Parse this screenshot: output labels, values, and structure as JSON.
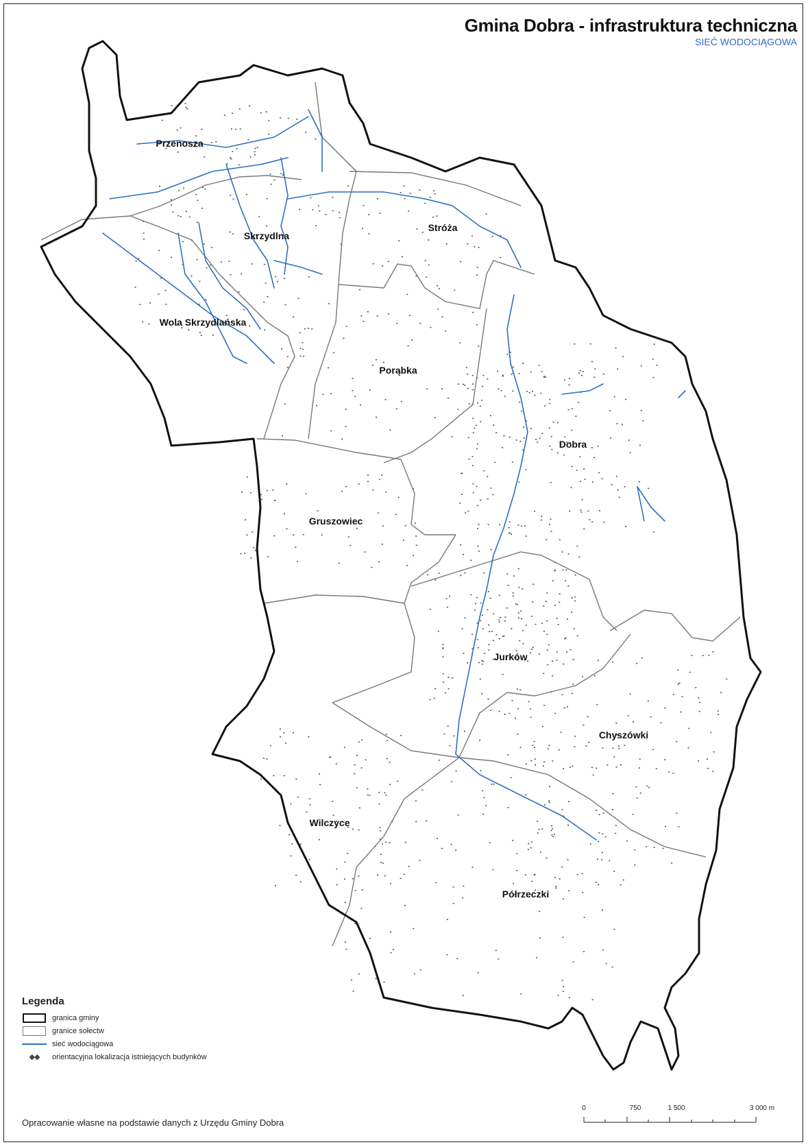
{
  "map": {
    "title": "Gmina Dobra - infrastruktura techniczna",
    "subtitle": "SIEĆ WODOCIĄGOWA",
    "villages": [
      {
        "name": "Przenosza"
      },
      {
        "name": "Skrzydlna"
      },
      {
        "name": "Stróża"
      },
      {
        "name": "Wola Skrzydlańska"
      },
      {
        "name": "Porąbka"
      },
      {
        "name": "Dobra"
      },
      {
        "name": "Gruszowiec"
      },
      {
        "name": "Jurków"
      },
      {
        "name": "Chyszówki"
      },
      {
        "name": "Wilczyce"
      },
      {
        "name": "Półrzeczki"
      }
    ],
    "colors": {
      "water_network": "#2c6fc0",
      "municipal_border": "#111111",
      "village_border": "#777777",
      "buildings": "#444444"
    }
  },
  "legend": {
    "title": "Legenda",
    "items": [
      {
        "label": "granica gminy",
        "icon": "thick-outline-box"
      },
      {
        "label": "granice sołectw",
        "icon": "thin-outline-box"
      },
      {
        "label": "sieć wodociągowa",
        "icon": "blue-line"
      },
      {
        "label": "orientacyjna lokalizacja istniejących budynków",
        "icon": "building-marks",
        "glyph": "◆◆"
      }
    ]
  },
  "footer": {
    "source": "Opracowanie własne na podstawie danych z Urzędu Gminy Dobra"
  },
  "scale_bar": {
    "ticks": [
      "0",
      "750",
      "1 500",
      "3 000 m"
    ],
    "max_meters": 3000
  }
}
